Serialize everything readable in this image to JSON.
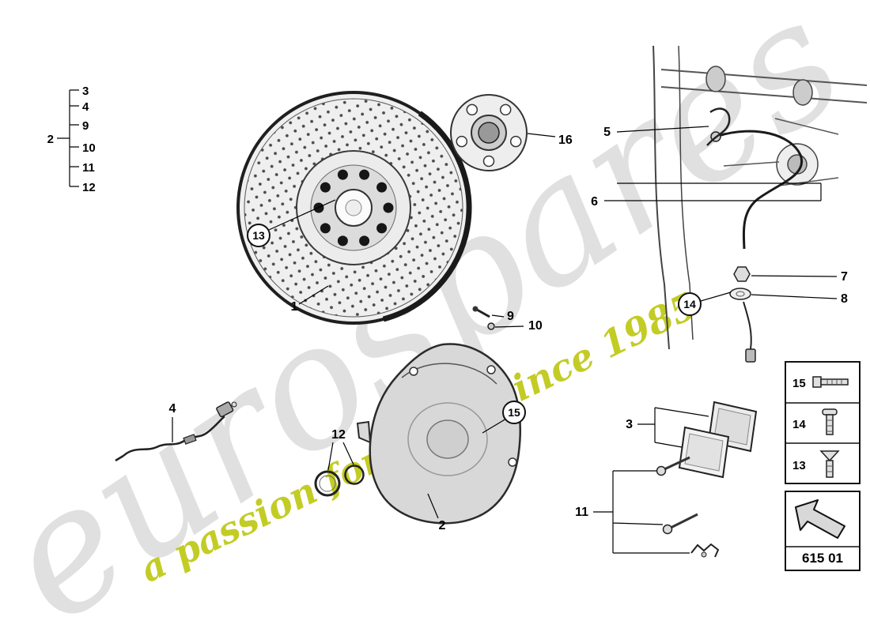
{
  "watermark": {
    "brand": "eurospares",
    "tagline": "a passion for parts since 1985"
  },
  "index_panel": {
    "group_label": "2",
    "items": [
      "3",
      "4",
      "9",
      "10",
      "11",
      "12"
    ]
  },
  "callouts": {
    "c1": "1",
    "c2": "2",
    "c3": "3",
    "c4": "4",
    "c5": "5",
    "c6": "6",
    "c7": "7",
    "c8": "8",
    "c9": "9",
    "c10": "10",
    "c11": "11",
    "c12": "12",
    "c13": "13",
    "c14": "14",
    "c15": "15",
    "c16": "16"
  },
  "legend": {
    "rows": [
      {
        "number": "15",
        "icon": "hex-bolt-icon"
      },
      {
        "number": "14",
        "icon": "pan-head-screw-icon"
      },
      {
        "number": "13",
        "icon": "countersunk-screw-icon"
      }
    ]
  },
  "nav_box": {
    "code": "615 01",
    "icon": "back-arrow-icon"
  }
}
